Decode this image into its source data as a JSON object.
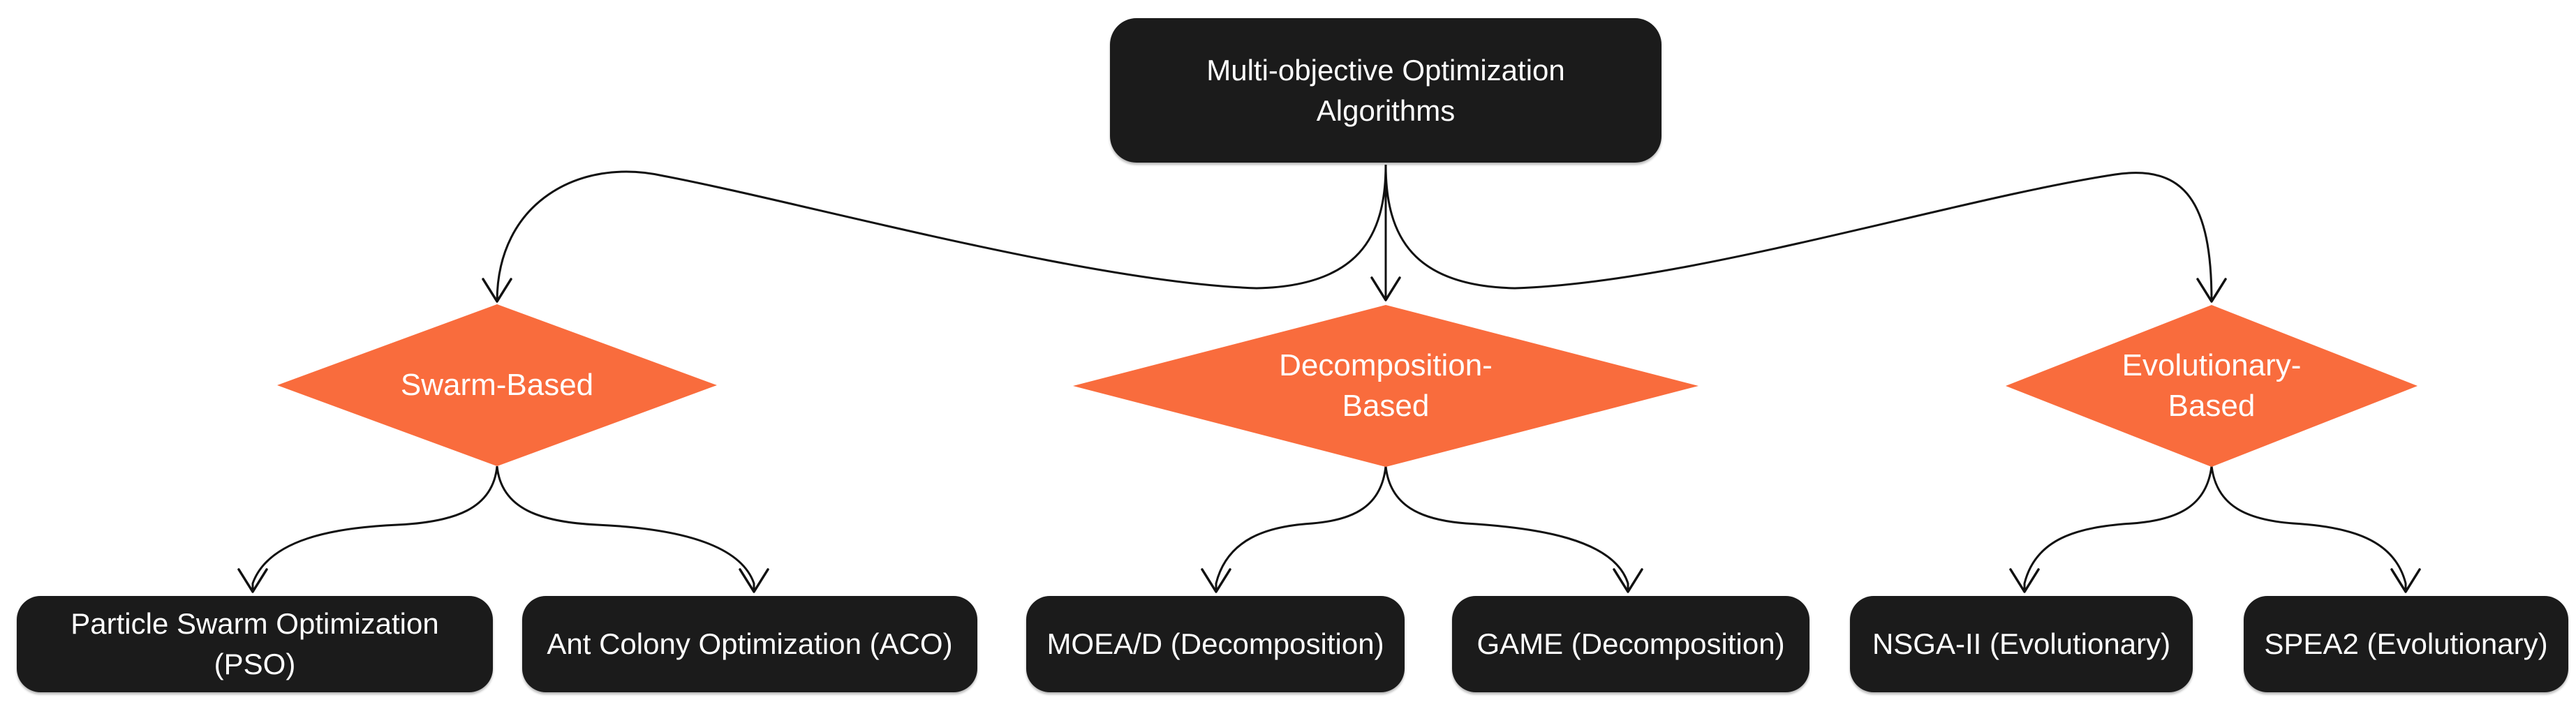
{
  "diagram": {
    "type": "flowchart",
    "background": "#ffffff",
    "root": {
      "id": "root",
      "label": "Multi-objective Optimization Algorithms",
      "lines": [
        "Multi-objective Optimization",
        "Algorithms"
      ]
    },
    "categories": [
      {
        "id": "swarm",
        "label": "Swarm-Based",
        "lines": [
          "Swarm-Based"
        ]
      },
      {
        "id": "decomposition",
        "label": "Decomposition-Based",
        "lines": [
          "Decomposition-",
          "Based"
        ]
      },
      {
        "id": "evolutionary",
        "label": "Evolutionary-Based",
        "lines": [
          "Evolutionary-",
          "Based"
        ]
      }
    ],
    "leaves": [
      {
        "id": "pso",
        "label": "Particle Swarm Optimization (PSO)",
        "lines": [
          "Particle Swarm Optimization",
          "(PSO)"
        ]
      },
      {
        "id": "aco",
        "label": "Ant Colony Optimization (ACO)",
        "lines": [
          "Ant Colony Optimization (ACO)"
        ]
      },
      {
        "id": "moead",
        "label": "MOEA/D (Decomposition)",
        "lines": [
          "MOEA/D (Decomposition)"
        ]
      },
      {
        "id": "game",
        "label": "GAME (Decomposition)",
        "lines": [
          "GAME (Decomposition)"
        ]
      },
      {
        "id": "nsga2",
        "label": "NSGA-II (Evolutionary)",
        "lines": [
          "NSGA-II (Evolutionary)"
        ]
      },
      {
        "id": "spea2",
        "label": "SPEA2 (Evolutionary)",
        "lines": [
          "SPEA2 (Evolutionary)"
        ]
      }
    ],
    "edges": [
      {
        "from": "root",
        "to": "swarm"
      },
      {
        "from": "root",
        "to": "decomposition"
      },
      {
        "from": "root",
        "to": "evolutionary"
      },
      {
        "from": "swarm",
        "to": "pso"
      },
      {
        "from": "swarm",
        "to": "aco"
      },
      {
        "from": "decomposition",
        "to": "moead"
      },
      {
        "from": "decomposition",
        "to": "game"
      },
      {
        "from": "evolutionary",
        "to": "nsga2"
      },
      {
        "from": "evolutionary",
        "to": "spea2"
      }
    ],
    "colors": {
      "node_fill": "#1b1b1b",
      "node_text": "#ffffff",
      "category_fill": "#f96c3d",
      "category_text": "#ffffff",
      "edge": "#111111",
      "background": "#ffffff"
    }
  }
}
